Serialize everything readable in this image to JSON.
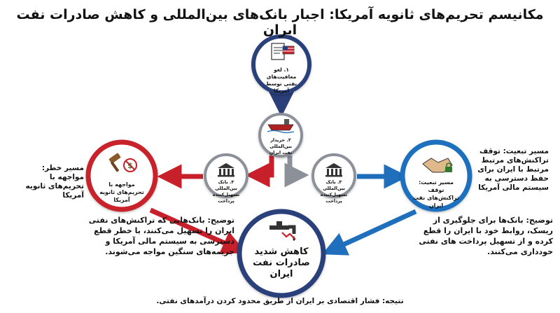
{
  "title": "مکانیسم تحریم‌های ثانویه آمریکا: اجبار بانک‌های بین‌المللی و کاهش صادرات نفت ایران",
  "nodes": {
    "waiver": {
      "label": "۱. لغو معافیت‌های نفتی توسط آمریکا",
      "icon": "document-flag-icon"
    },
    "buyer": {
      "label": "۲. خریدار بین‌المللی نفت ایران",
      "icon": "oil-tanker-icon"
    },
    "bank_left": {
      "label": "۳. بانک بین‌المللی تسهیل‌کننده پرداخت",
      "icon": "bank-icon"
    },
    "bank_right": {
      "label": "۳. بانک بین‌المللی تسهیل‌کننده پرداخت",
      "icon": "bank-icon"
    },
    "sanction": {
      "label": "مواجهه با تحریم‌های ثانویه آمریکا",
      "icon": "gavel-dollar-icon"
    },
    "stop": {
      "label": "مسیر تبعیت: توقف تراکنش‌های نفت ایران",
      "icon": "handshake-icon"
    },
    "result": {
      "label": "کاهش شدید صادرات نفت ایران",
      "icon": "oil-valve-down-icon"
    }
  },
  "side_labels": {
    "risk": "مسیر خطر: مواجهه با تحریم‌های ثانویه آمریکا",
    "comply": "مسیر تبعیت: توقف تراکنش‌های مرتبط مرتبط با ایران برای حفظ دسترسی به سیستم مالی آمریکا"
  },
  "explanations": {
    "left": "توضیح: بانک‌هایی که تراکنش‌های نفتی ایران را تسهیل می‌کنند، با خطر قطع دسترسی به سیستم مالی آمریکا و جریمه‌های سنگین مواجه می‌شوند.",
    "right": "توضیح: بانک‌ها برای جلوگیری از ریسک، روابط خود با ایران را قطع کرده و از تسهیل پرداخت های نفتی خودداری می‌کنند."
  },
  "conclusion": "نتیجه: فشار اقتصادی بر ایران از طریق محدود کردن درآمدهای نفتی.",
  "colors": {
    "navy": "#2a3f7a",
    "red": "#c8202a",
    "blue": "#1f6fbd",
    "grey": "#8c9099"
  }
}
